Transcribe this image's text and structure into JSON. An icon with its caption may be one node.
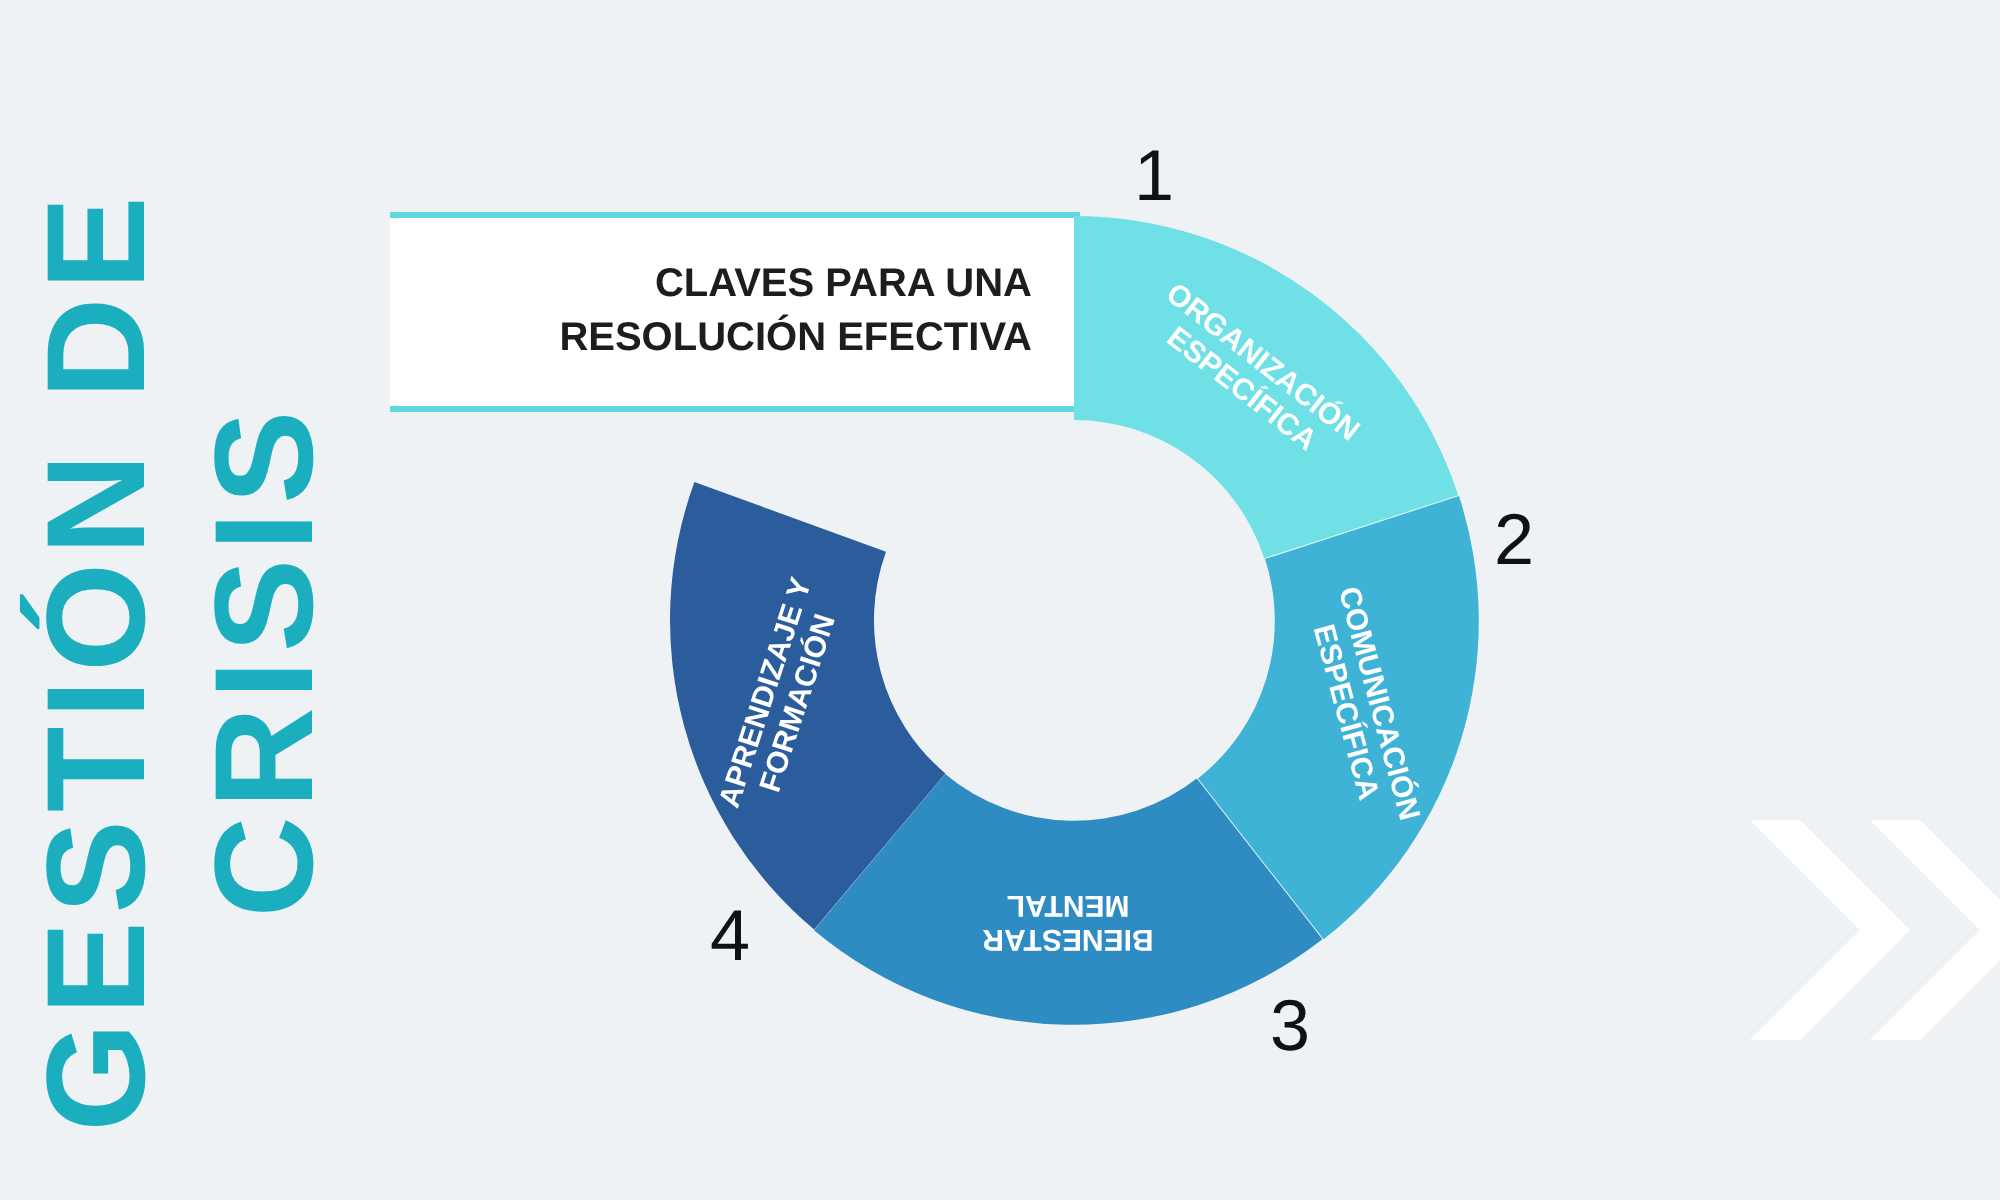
{
  "diagram": {
    "title": "GESTIÓN DE CRISIS",
    "nodes": [
      {
        "text": [
          "CLAVES PARA UNA RESOLUCIÓN EFECTIVA"
        ]
      },
      {
        "text": [
          "ORGANIZACIÓN ESPECÍFICA"
        ]
      },
      {
        "text": [
          "COMUNICACIÓN ESPECÍFICA"
        ]
      },
      {
        "text": [
          "BIENESTAR MENTAL"
        ]
      },
      {
        "text": [
          "APRENDIZAJE Y FORMACIÓN"
        ]
      }
    ],
    "labels": [
      "1",
      "2",
      "3",
      "4"
    ]
  }
}
